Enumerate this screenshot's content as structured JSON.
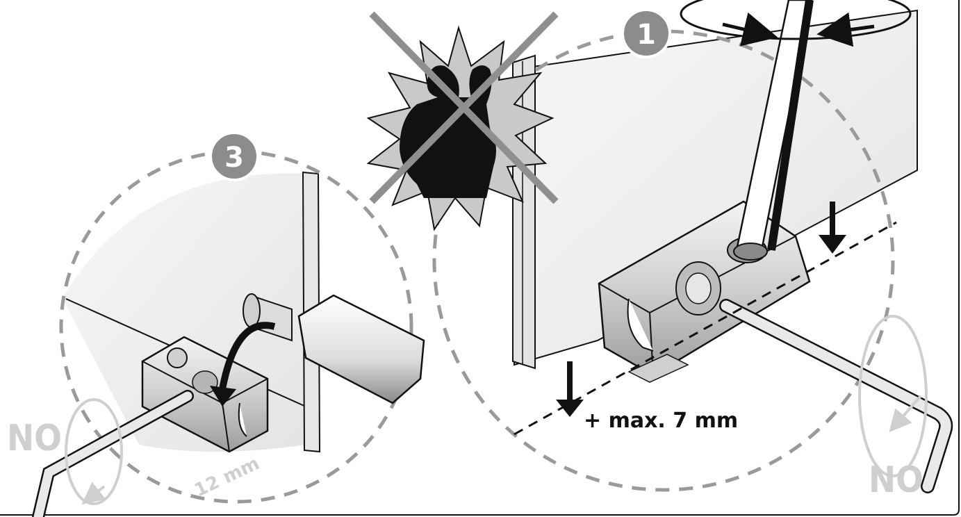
{
  "steps": {
    "first": "1",
    "third": "3"
  },
  "labels": {
    "max_adjust": "+ max. 7 mm",
    "gap": "12 mm",
    "no_left": "NO",
    "no_right": "NO"
  },
  "colors": {
    "outline": "#111111",
    "dashed_circle": "#9a9a9a",
    "badge": "#8c8c8c",
    "glass": "#efefef",
    "metal": "#d6d6d6",
    "warning_x": "#8f8f8f"
  },
  "icons": [
    "no-force-warning-icon",
    "rotate-arrow-icon",
    "down-arrow-icon",
    "allen-key-icon",
    "screwdriver-icon"
  ]
}
